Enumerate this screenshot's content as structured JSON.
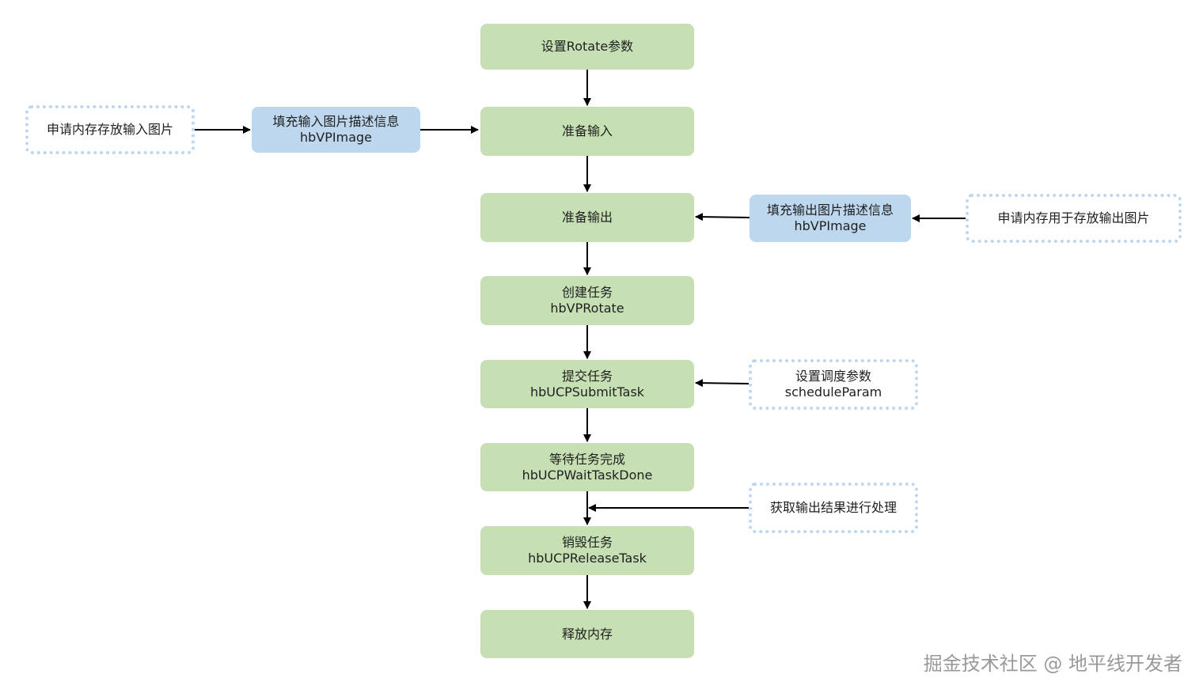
{
  "colors": {
    "step_fill": "#c6e0b4",
    "info_fill": "#bdd7ee",
    "dashed_border": "#bdd7ee",
    "arrow": "#000000"
  },
  "main_steps": [
    {
      "label": "设置Rotate参数",
      "api": ""
    },
    {
      "label": "准备输入",
      "api": ""
    },
    {
      "label": "准备输出",
      "api": ""
    },
    {
      "label": "创建任务",
      "api": "hbVPRotate"
    },
    {
      "label": "提交任务",
      "api": "hbUCPSubmitTask"
    },
    {
      "label": "等待任务完成",
      "api": "hbUCPWaitTaskDone"
    },
    {
      "label": "销毁任务",
      "api": "hbUCPReleaseTask"
    },
    {
      "label": "释放内存",
      "api": ""
    }
  ],
  "input_alloc": {
    "label": "申请内存存放输入图片"
  },
  "input_desc": {
    "label": "填充输入图片描述信息",
    "api": "hbVPImage"
  },
  "output_desc": {
    "label": "填充输出图片描述信息",
    "api": "hbVPImage"
  },
  "output_alloc": {
    "label": "申请内存用于存放输出图片"
  },
  "schedule_param": {
    "label": "设置调度参数",
    "api": "scheduleParam"
  },
  "get_output": {
    "label": "获取输出结果进行处理"
  },
  "watermark": "掘金技术社区 @ 地平线开发者"
}
